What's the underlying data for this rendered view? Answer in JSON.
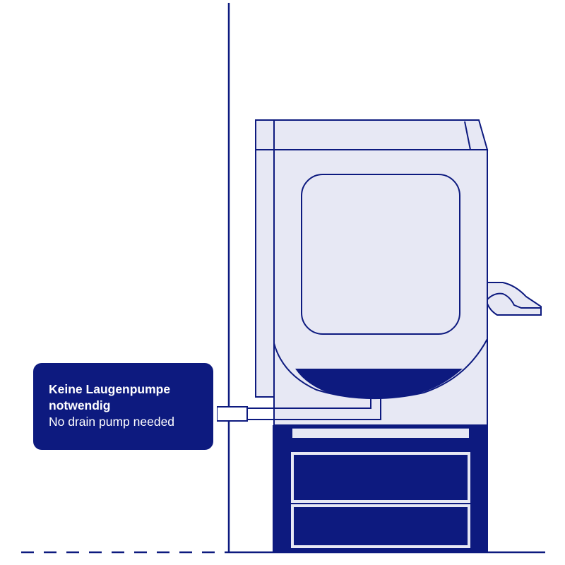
{
  "colors": {
    "navy": "#0d1a7f",
    "appliance_fill": "#e7e8f4",
    "background": "#ffffff",
    "callout_text": "#ffffff"
  },
  "callout": {
    "title_line_1": "Keine Laugenpumpe",
    "title_line_2": "notwendig",
    "subtitle": "No drain pump needed"
  }
}
